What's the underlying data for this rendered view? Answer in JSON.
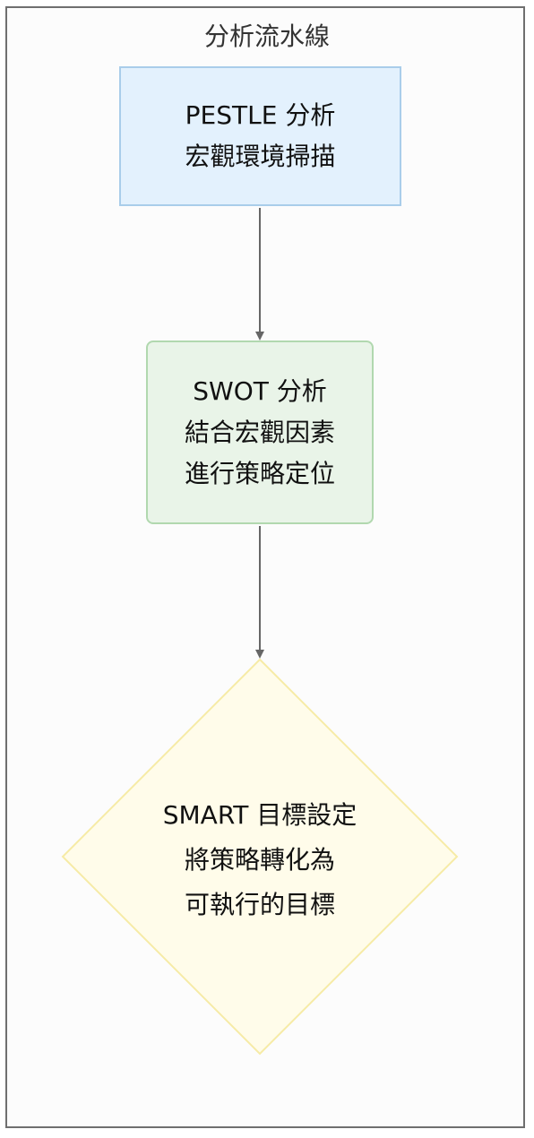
{
  "diagram": {
    "title": "分析流水線",
    "nodes": [
      {
        "id": "pestle",
        "lines": [
          "PESTLE 分析",
          "宏觀環境掃描"
        ]
      },
      {
        "id": "swot",
        "lines": [
          "SWOT 分析",
          "結合宏觀因素",
          "進行策略定位"
        ]
      },
      {
        "id": "smart",
        "lines": [
          "SMART 目標設定",
          "將策略轉化為",
          "可執行的目標"
        ]
      }
    ],
    "edges": [
      {
        "from": "pestle",
        "to": "swot"
      },
      {
        "from": "swot",
        "to": "smart"
      }
    ],
    "colors": {
      "pestle_fill": "#e3f1fd",
      "pestle_border": "#a9cdea",
      "swot_fill": "#e9f4e8",
      "swot_border": "#b1d8af",
      "smart_fill": "#fffcea",
      "smart_border": "#f6eba6",
      "edge": "#666666",
      "frame_border": "#6f6f6f"
    }
  }
}
